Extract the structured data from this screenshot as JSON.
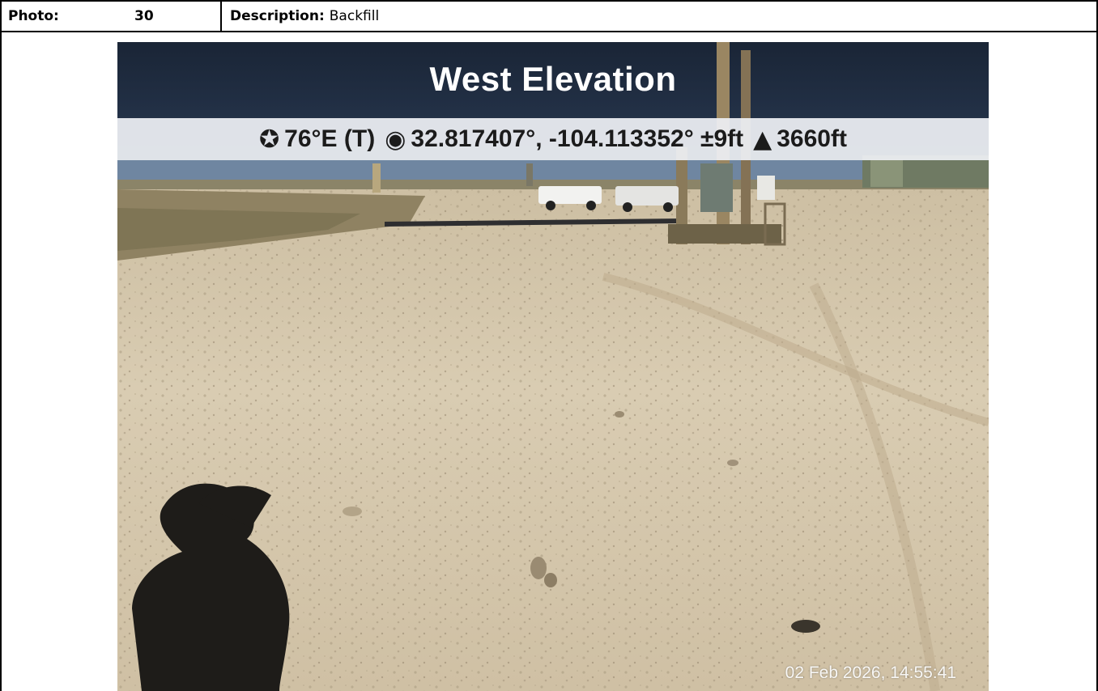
{
  "header": {
    "photo_label": "Photo:",
    "photo_number": "30",
    "description_label": "Description:",
    "description_value": "Backfill"
  },
  "photo_overlay": {
    "title": "West Elevation",
    "heading": "76°E (T)",
    "heading_icon": "compass-icon",
    "coordinates": "32.817407°, -104.113352° ±9ft",
    "coordinates_icon": "location-dot-icon",
    "altitude": "3660ft",
    "altitude_icon": "triangle-up-icon",
    "timestamp": "02 Feb 2026, 14:55:41"
  },
  "colors": {
    "sky": "#1e2a3e",
    "ground": "#d8cbb2",
    "band": "#eef0f4"
  }
}
